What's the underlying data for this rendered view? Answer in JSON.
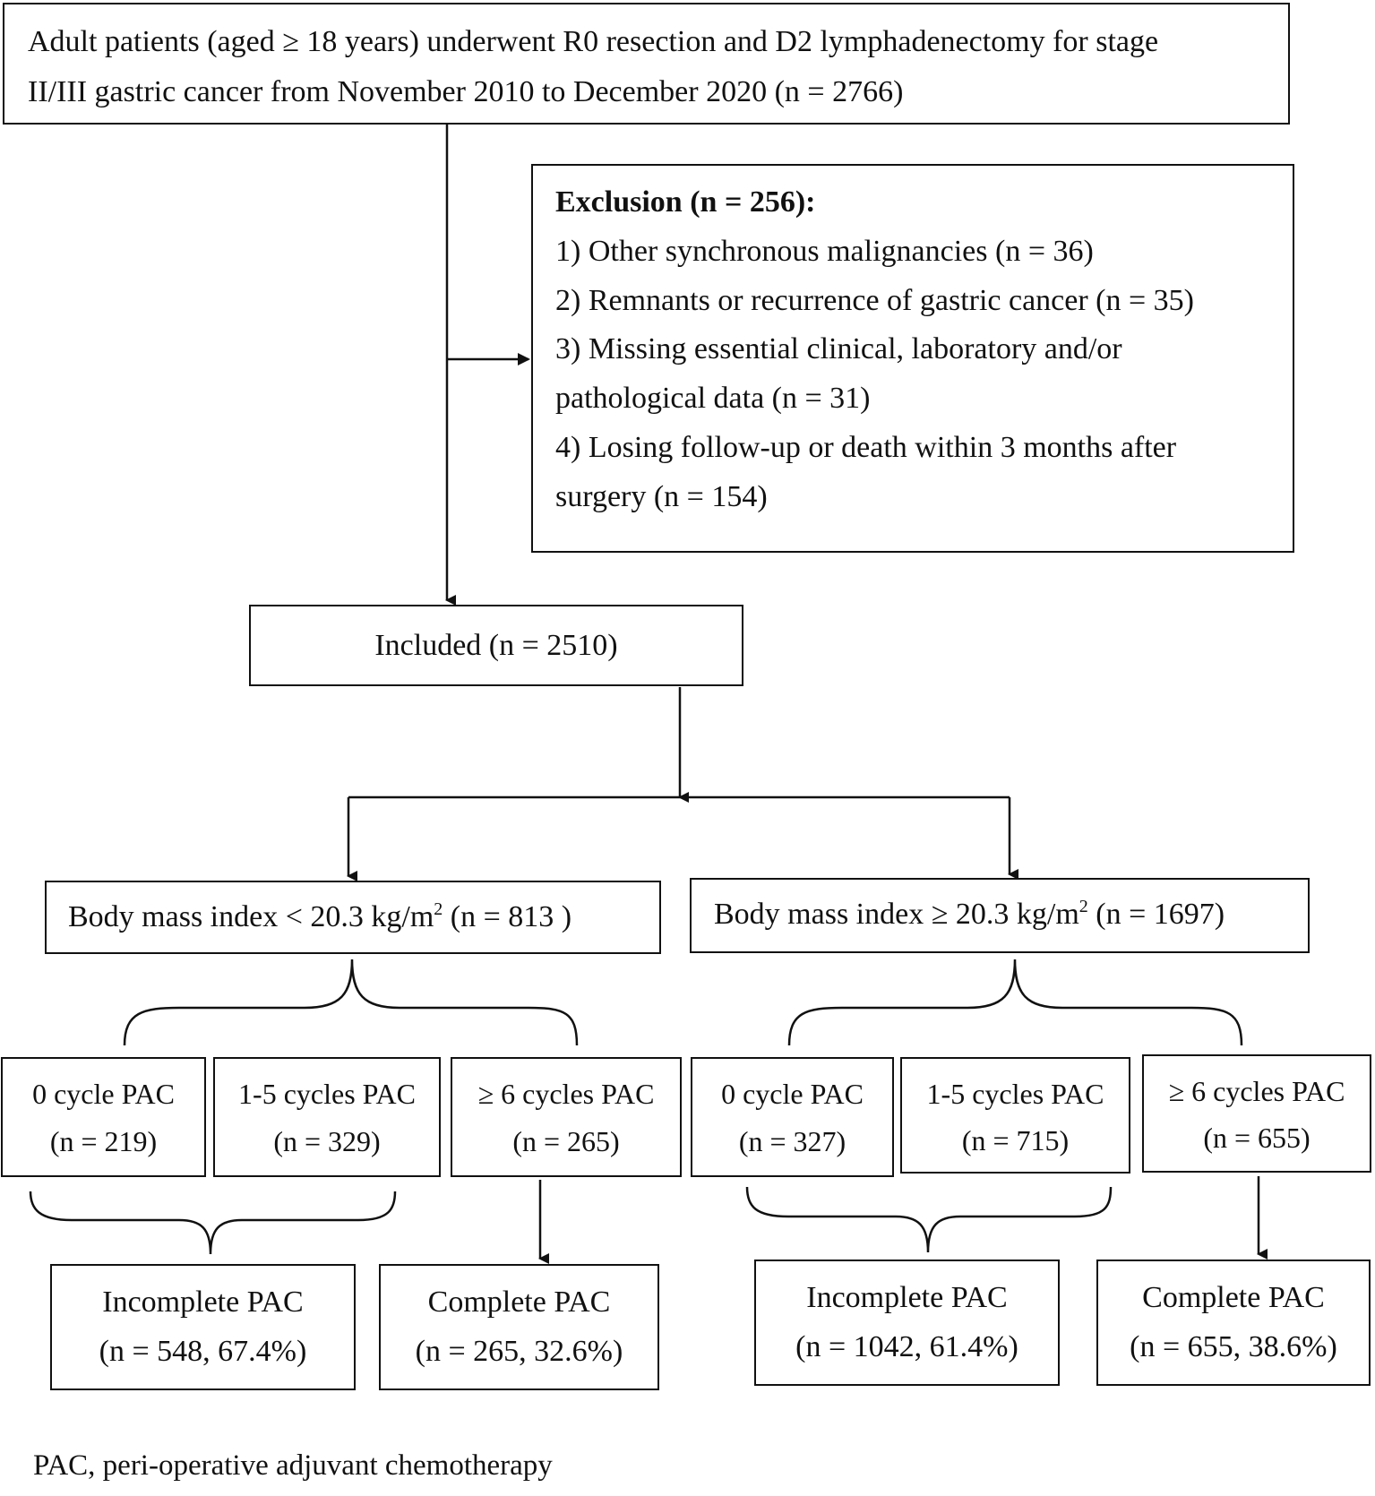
{
  "top": {
    "line1": "Adult patients (aged ≥ 18 years) underwent R0 resection and D2 lymphadenectomy for stage",
    "line2": "II/III gastric cancer from November 2010 to December 2020 (n = 2766)"
  },
  "exclusion": {
    "title": "Exclusion (n = 256):",
    "lines": [
      "1) Other synchronous malignancies (n = 36)",
      "2) Remnants or recurrence of gastric cancer (n = 35)",
      "3) Missing essential clinical, laboratory and/or",
      "pathological data (n = 31)",
      "4) Losing follow-up or death within 3 months after",
      "surgery (n = 154)"
    ]
  },
  "included": "Included (n = 2510)",
  "bmi_low": {
    "prefix": "Body mass index < 20.3 kg/m",
    "sup": "2",
    "suffix": " (n = 813 )"
  },
  "bmi_high": {
    "prefix": "Body mass index ≥ 20.3 kg/m",
    "sup": "2",
    "suffix": " (n = 1697)"
  },
  "groups": [
    {
      "label": "0 cycle PAC",
      "n": "(n = 219)"
    },
    {
      "label": "1-5 cycles PAC",
      "n": "(n = 329)"
    },
    {
      "label": "≥ 6 cycles PAC",
      "n": "(n = 265)"
    },
    {
      "label": "0 cycle PAC",
      "n": "(n = 327)"
    },
    {
      "label": "1-5 cycles PAC",
      "n": "(n = 715)"
    },
    {
      "label": "≥ 6 cycles PAC",
      "n": "(n = 655)"
    }
  ],
  "outcomes": [
    {
      "label": "Incomplete PAC",
      "n": "(n = 548, 67.4%)"
    },
    {
      "label": "Complete PAC",
      "n": "(n = 265, 32.6%)"
    },
    {
      "label": "Incomplete PAC",
      "n": "(n = 1042, 61.4%)"
    },
    {
      "label": "Complete PAC",
      "n": "(n = 655, 38.6%)"
    }
  ],
  "footnote": "PAC, peri-operative adjuvant chemotherapy"
}
